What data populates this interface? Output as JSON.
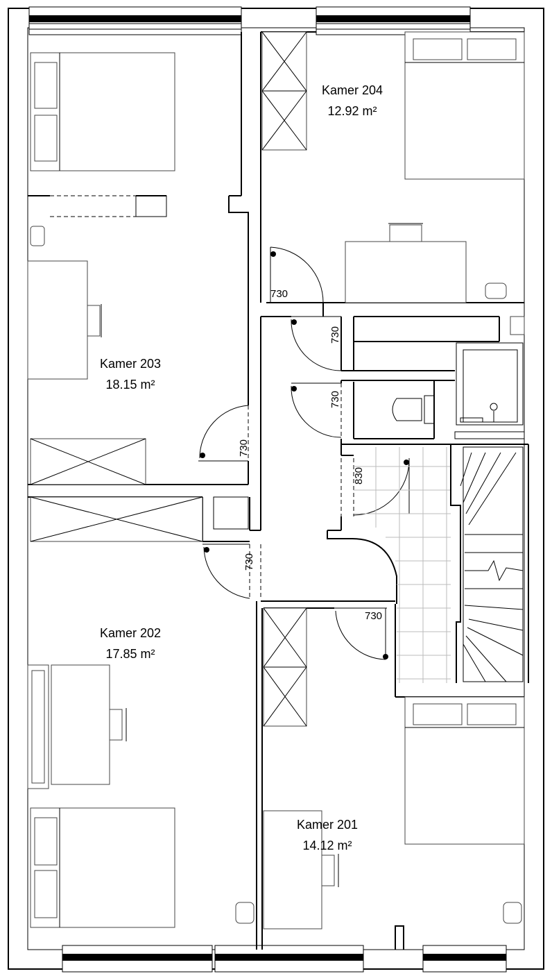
{
  "rooms": {
    "r204": {
      "name": "Kamer 204",
      "area": "12.92 m²"
    },
    "r203": {
      "name": "Kamer 203",
      "area": "18.15 m²"
    },
    "r202": {
      "name": "Kamer 202",
      "area": "17.85 m²"
    },
    "r201": {
      "name": "Kamer 201",
      "area": "14.12 m²"
    }
  },
  "doors": {
    "d204": "730",
    "d203": "730",
    "d202": "730",
    "d201": "730",
    "d_store": "730",
    "d_wc": "730",
    "d_bath": "830"
  }
}
